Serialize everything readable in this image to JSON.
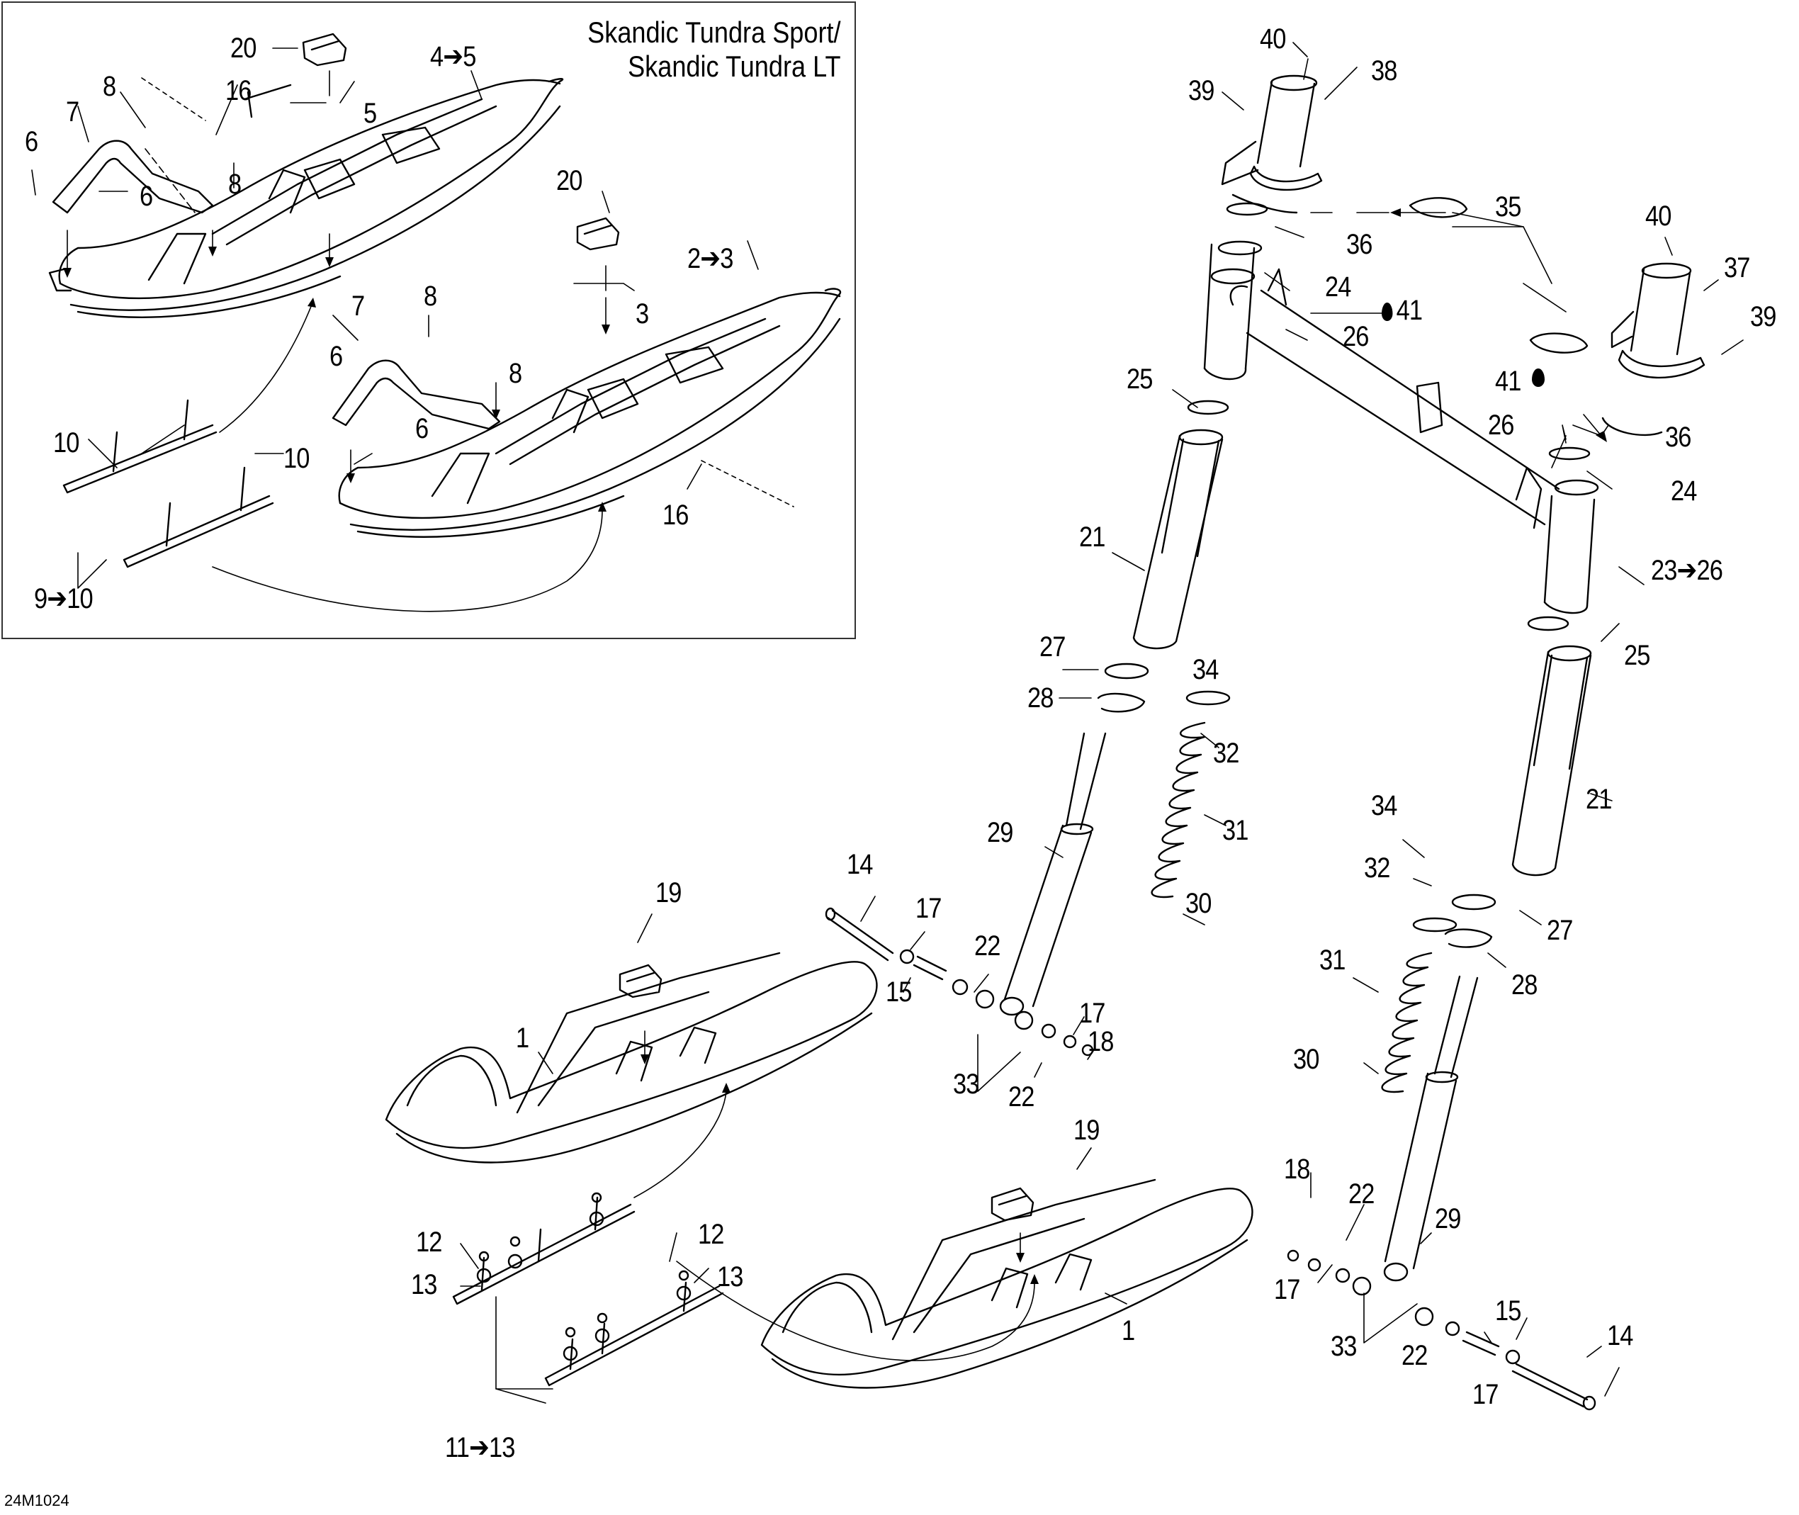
{
  "diagram": {
    "type": "exploded-parts-diagram",
    "inset_title_line1": "Skandic Tundra Sport/",
    "inset_title_line2": "Skandic Tundra LT",
    "figure_code": "24M1024",
    "arrow_glyph": "➔",
    "lubricant_icon": "oil-drop-icon"
  },
  "inset_callouts": [
    {
      "id": "i20a",
      "text": "20"
    },
    {
      "id": "i45",
      "text": "4➔5"
    },
    {
      "id": "i8a",
      "text": "8"
    },
    {
      "id": "i16a",
      "text": "16"
    },
    {
      "id": "i7a",
      "text": "7"
    },
    {
      "id": "i5",
      "text": "5"
    },
    {
      "id": "i6a",
      "text": "6"
    },
    {
      "id": "i8b",
      "text": "8"
    },
    {
      "id": "i6b",
      "text": "6"
    },
    {
      "id": "i20b",
      "text": "20"
    },
    {
      "id": "i23",
      "text": "2➔3"
    },
    {
      "id": "i8c",
      "text": "8"
    },
    {
      "id": "i3",
      "text": "3"
    },
    {
      "id": "i7b",
      "text": "7"
    },
    {
      "id": "i6c",
      "text": "6"
    },
    {
      "id": "i8d",
      "text": "8"
    },
    {
      "id": "i6d",
      "text": "6"
    },
    {
      "id": "i10a",
      "text": "10"
    },
    {
      "id": "i10b",
      "text": "10"
    },
    {
      "id": "i16b",
      "text": "16"
    },
    {
      "id": "i910",
      "text": "9➔10"
    }
  ],
  "main_callouts": [
    {
      "id": "m40a",
      "text": "40"
    },
    {
      "id": "m38",
      "text": "38"
    },
    {
      "id": "m39a",
      "text": "39"
    },
    {
      "id": "m35",
      "text": "35"
    },
    {
      "id": "m36a",
      "text": "36"
    },
    {
      "id": "m40b",
      "text": "40"
    },
    {
      "id": "m37",
      "text": "37"
    },
    {
      "id": "m24a",
      "text": "24"
    },
    {
      "id": "m41a",
      "text": "41"
    },
    {
      "id": "m26a",
      "text": "26"
    },
    {
      "id": "m39b",
      "text": "39"
    },
    {
      "id": "m25a",
      "text": "25"
    },
    {
      "id": "m41b",
      "text": "41"
    },
    {
      "id": "m26b",
      "text": "26"
    },
    {
      "id": "m36b",
      "text": "36"
    },
    {
      "id": "m24b",
      "text": "24"
    },
    {
      "id": "m21a",
      "text": "21"
    },
    {
      "id": "m2326",
      "text": "23➔26"
    },
    {
      "id": "m27a",
      "text": "27"
    },
    {
      "id": "m25b",
      "text": "25"
    },
    {
      "id": "m34a",
      "text": "34"
    },
    {
      "id": "m28a",
      "text": "28"
    },
    {
      "id": "m32a",
      "text": "32"
    },
    {
      "id": "m21b",
      "text": "21"
    },
    {
      "id": "m29a",
      "text": "29"
    },
    {
      "id": "m31a",
      "text": "31"
    },
    {
      "id": "m34b",
      "text": "34"
    },
    {
      "id": "m14a",
      "text": "14"
    },
    {
      "id": "m19a",
      "text": "19"
    },
    {
      "id": "m32b",
      "text": "32"
    },
    {
      "id": "m30a",
      "text": "30"
    },
    {
      "id": "m27b",
      "text": "27"
    },
    {
      "id": "m17a",
      "text": "17"
    },
    {
      "id": "m22a",
      "text": "22"
    },
    {
      "id": "m31b",
      "text": "31"
    },
    {
      "id": "m28b",
      "text": "28"
    },
    {
      "id": "m1a",
      "text": "1"
    },
    {
      "id": "m15a",
      "text": "15"
    },
    {
      "id": "m17b",
      "text": "17"
    },
    {
      "id": "m18a",
      "text": "18"
    },
    {
      "id": "m33a",
      "text": "33"
    },
    {
      "id": "m22b",
      "text": "22"
    },
    {
      "id": "m30b",
      "text": "30"
    },
    {
      "id": "m19b",
      "text": "19"
    },
    {
      "id": "m12a",
      "text": "12"
    },
    {
      "id": "m18b",
      "text": "18"
    },
    {
      "id": "m22c",
      "text": "22"
    },
    {
      "id": "m12b",
      "text": "12"
    },
    {
      "id": "m13a",
      "text": "13"
    },
    {
      "id": "m13b",
      "text": "13"
    },
    {
      "id": "m29b",
      "text": "29"
    },
    {
      "id": "m15b",
      "text": "15"
    },
    {
      "id": "m1b",
      "text": "1"
    },
    {
      "id": "m17c",
      "text": "17"
    },
    {
      "id": "m33b",
      "text": "33"
    },
    {
      "id": "m14b",
      "text": "14"
    },
    {
      "id": "m22d",
      "text": "22"
    },
    {
      "id": "m17d",
      "text": "17"
    },
    {
      "id": "m1113",
      "text": "11➔13"
    }
  ]
}
